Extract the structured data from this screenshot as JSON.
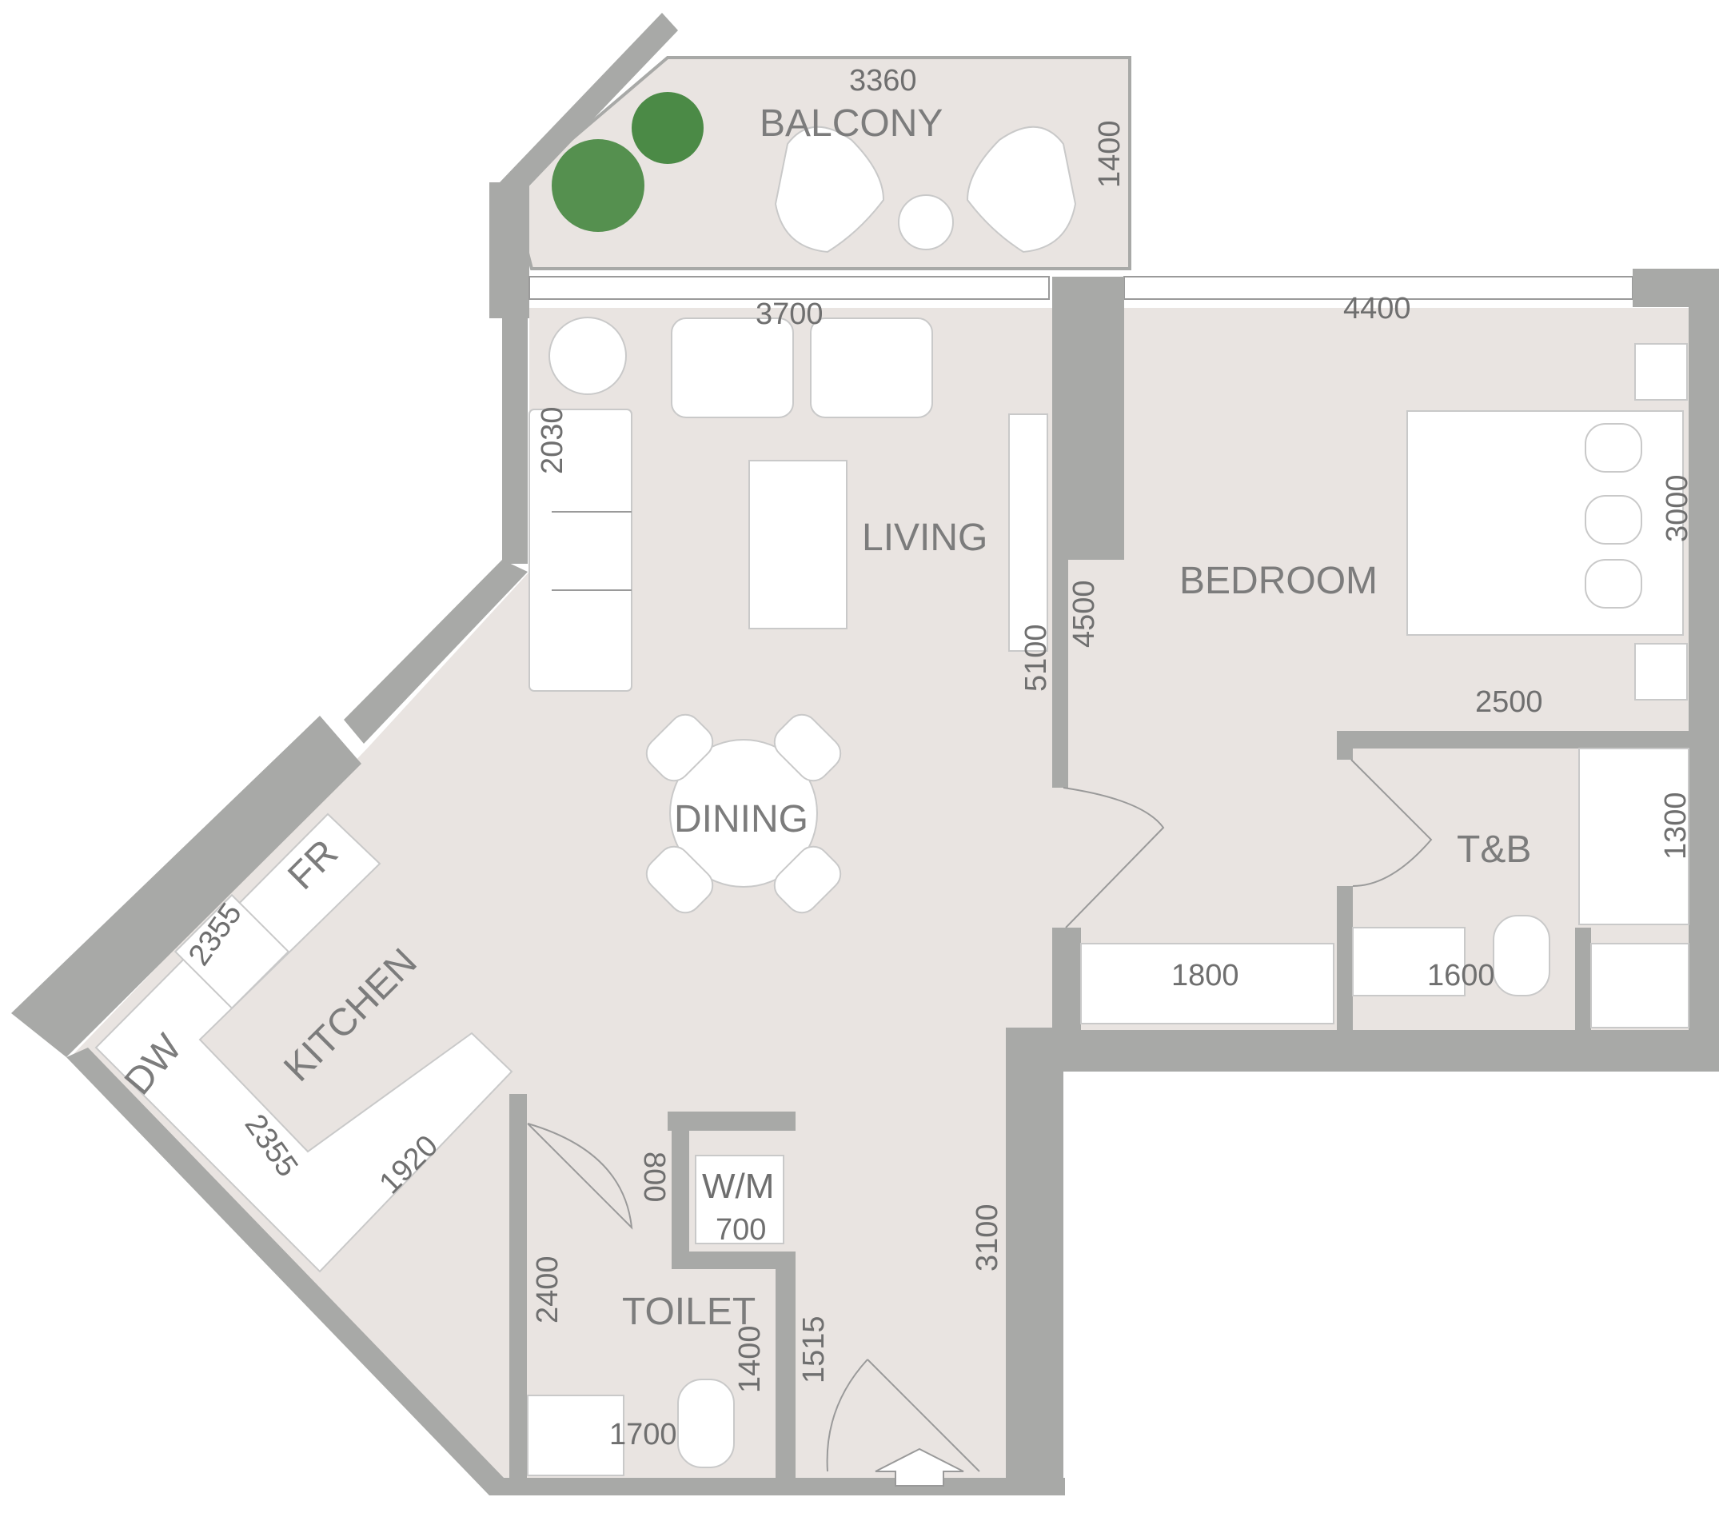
{
  "colors": {
    "floor": "#e9e4e1",
    "wall": "#a8a9a7",
    "label": "#7c7c7c",
    "plant": "#2f7a2a"
  },
  "rooms": {
    "balcony": "BALCONY",
    "living": "LIVING",
    "bedroom": "BEDROOM",
    "dining": "DINING",
    "kitchen": "KITCHEN",
    "tandb": "T&B",
    "toilet": "TOILET",
    "fridge": "FR",
    "dishwasher": "DW",
    "washing_machine": "W/M"
  },
  "dimensions": {
    "balcony_width": "3360",
    "balcony_depth": "1400",
    "living_width": "3700",
    "bedroom_width": "4400",
    "sofa": "2030",
    "bed": "3000",
    "bedroom_depth": "4500",
    "living_depth": "5100",
    "bedroom_lower": "2500",
    "tandb_shower": "1300",
    "kitchen_upper": "2355",
    "kitchen_lower": "2355",
    "kitchen_counter": "1920",
    "wardrobe": "1800",
    "tandb_width": "1600",
    "wm_depth": "800",
    "wm_width": "700",
    "toilet_depth": "2400",
    "toilet_inner": "1400",
    "corridor": "1515",
    "entry_depth": "3100",
    "toilet_width": "1700"
  },
  "icons": [
    "plant-icon",
    "armchair-icon",
    "bed-icon",
    "sink-icon",
    "wc-icon",
    "stove-icon",
    "entry-arrow-icon",
    "shower-icon"
  ]
}
